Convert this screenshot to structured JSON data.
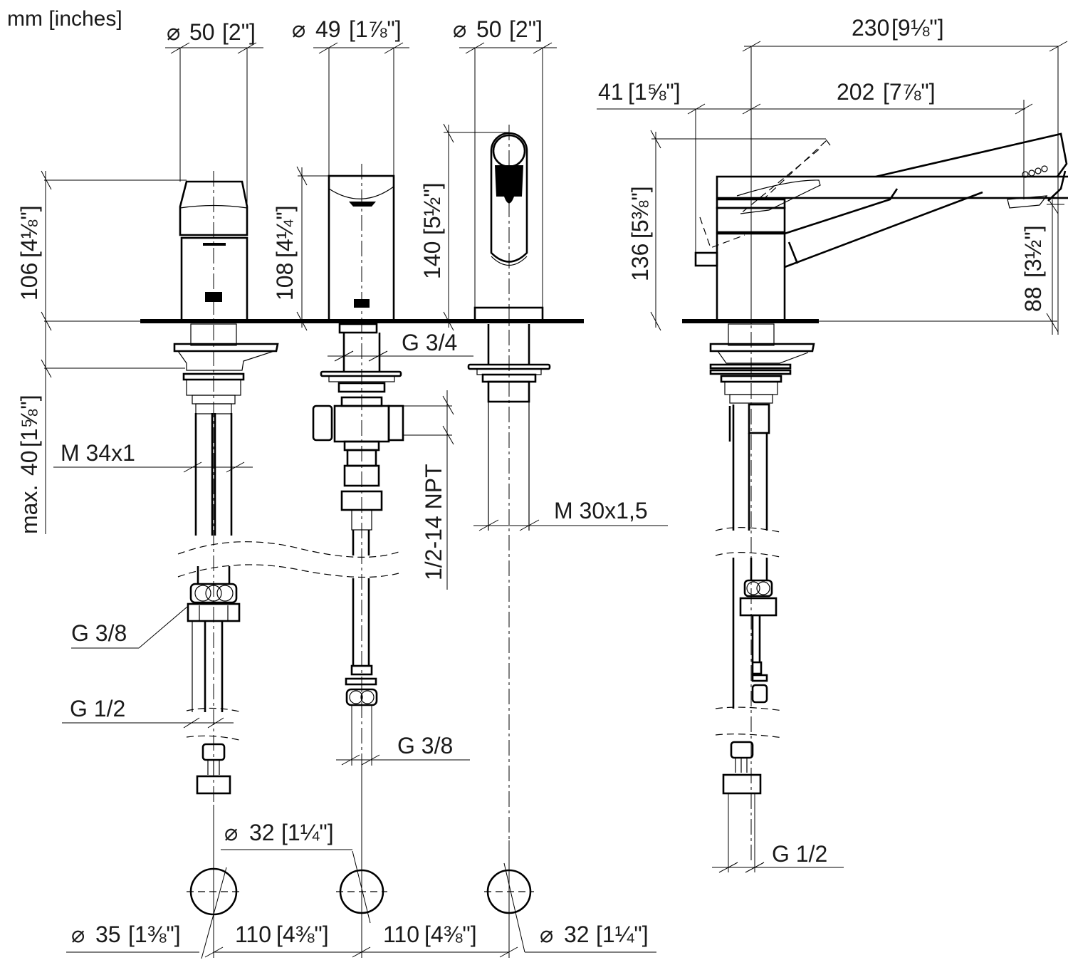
{
  "units_label": "mm [inches]",
  "views": {
    "left_handle": {
      "diameter": {
        "symbol": "⌀",
        "mm": "50",
        "inch": "[2\"]"
      },
      "height": {
        "mm": "106",
        "inch": "[4⅛\"]"
      },
      "under_deck": {
        "prefix": "max.",
        "mm": "40",
        "inch": "[1⅝\"]"
      },
      "thread": "M 34x1",
      "hose_connection_upper": "G 3/8",
      "hose_connection_lower": "G 1/2"
    },
    "center_handle": {
      "diameter": {
        "symbol": "⌀",
        "mm": "49",
        "inch": "[1⅞\"]"
      },
      "height": {
        "mm": "108",
        "inch": "[4¼\"]"
      },
      "thread": "G 3/4",
      "npt": "1/2-14 NPT",
      "hose_connection": "G 3/8"
    },
    "spout_front": {
      "diameter": {
        "symbol": "⌀",
        "mm": "50",
        "inch": "[2\"]"
      },
      "height": {
        "mm": "140",
        "inch": "[5½\"]"
      },
      "thread": "M 30x1,5"
    },
    "side_view": {
      "total_length": {
        "mm": "230",
        "inch": "[9⅛\"]"
      },
      "spout_reach": {
        "mm": "202",
        "inch": "[7⅞\"]"
      },
      "lever_offset": {
        "mm": "41",
        "inch": "[1⅝\"]"
      },
      "height": {
        "mm": "136",
        "inch": "[5⅜\"]"
      },
      "outlet_height": {
        "mm": "88",
        "inch": "[3½\"]"
      },
      "hose_connection": "G 1/2"
    }
  },
  "hole_layout": {
    "hole_left": {
      "symbol": "⌀",
      "mm": "35",
      "inch": "[1⅜\"]"
    },
    "hole_center": {
      "symbol": "⌀",
      "mm": "32",
      "inch": "[1¼\"]"
    },
    "hole_right": {
      "symbol": "⌀",
      "mm": "32",
      "inch": "[1¼\"]"
    },
    "spacing_left": {
      "mm": "110",
      "inch": "[4⅜\"]"
    },
    "spacing_right": {
      "mm": "110",
      "inch": "[4⅜\"]"
    }
  }
}
